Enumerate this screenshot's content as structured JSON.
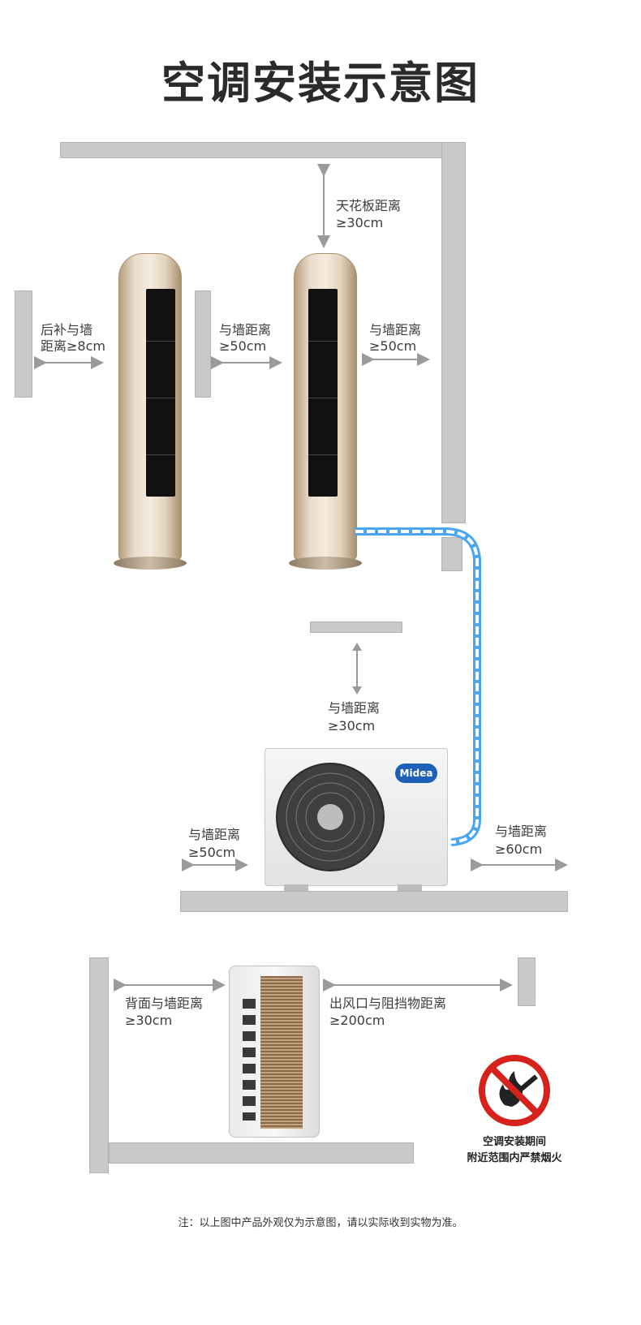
{
  "title": "空调安装示意图",
  "labels": {
    "rear_line1": "后补与墙",
    "rear_line2": "距离≥8cm",
    "mid_line1": "与墙距离",
    "mid_line2": "≥50cm",
    "right_line1": "与墙距离",
    "right_line2": "≥50cm",
    "ceiling_line1": "天花板距离",
    "ceiling_line2": "≥30cm",
    "outdoor_top_line1": "与墙距离",
    "outdoor_top_line2": "≥30cm",
    "outdoor_left_line1": "与墙距离",
    "outdoor_left_line2": "≥50cm",
    "outdoor_right_line1": "与墙距离",
    "outdoor_right_line2": "≥60cm",
    "back_line1": "背面与墙距离",
    "back_line2": "≥30cm",
    "outlet_line1": "出风口与阻挡物距离",
    "outlet_line2": "≥200cm"
  },
  "brand": "Midea",
  "warning": {
    "line1": "空调安装期间",
    "line2": "附近范围内严禁烟火"
  },
  "footnote": "注：以上图中产品外观仅为示意图，请以实际收到实物为准。",
  "colors": {
    "pipe": "#4aa6f0",
    "wall": "#c9c9c9",
    "prohibit": "#d6221c"
  },
  "icons": {
    "prohibit": "no-fire-icon"
  }
}
